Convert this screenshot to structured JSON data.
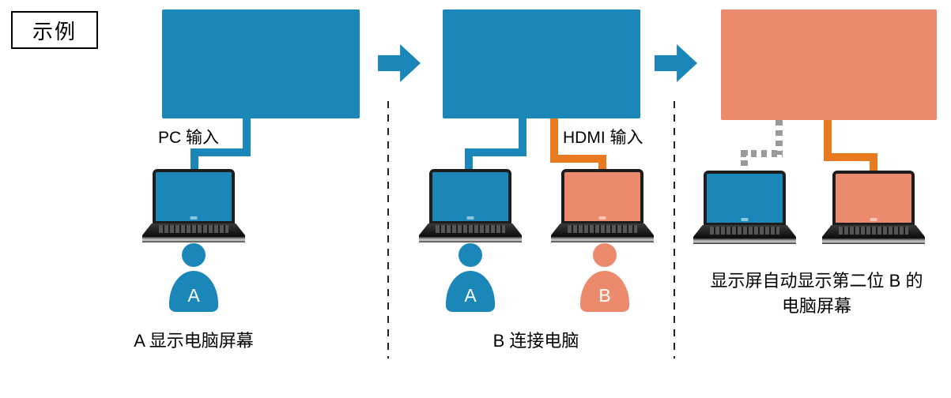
{
  "example_label": "示例",
  "colors": {
    "blue": "#1b87b9",
    "salmon": "#ec8a6d",
    "orange": "#e87a1f",
    "dash": "#9a9a9a",
    "ink": "#000000"
  },
  "panels": [
    {
      "cable_label": "PC 输入",
      "person_a_label": "A",
      "caption": "A 显示电脑屏幕"
    },
    {
      "cable_label": "HDMI 输入",
      "person_a_label": "A",
      "person_b_label": "B",
      "caption": "B 连接电脑"
    },
    {
      "caption_line1": "显示屏自动显示第二位 B 的",
      "caption_line2": "电脑屏幕"
    }
  ]
}
